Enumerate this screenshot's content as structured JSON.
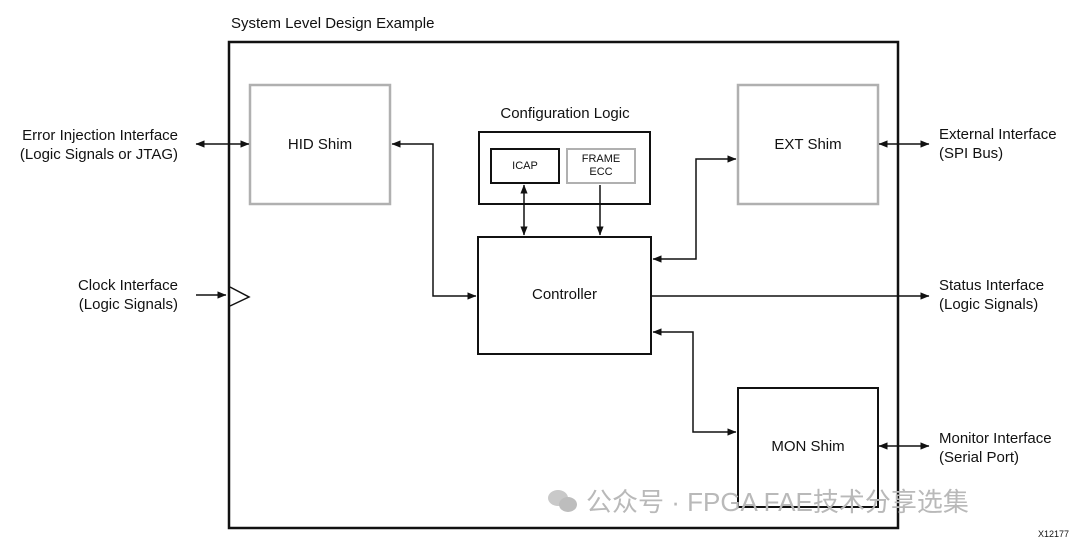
{
  "diagram": {
    "title": "System Level Design Example",
    "blocks": {
      "hid_shim": "HID Shim",
      "ext_shim": "EXT Shim",
      "controller": "Controller",
      "mon_shim": "MON Shim",
      "config_logic": "Configuration Logic",
      "icap": "ICAP",
      "frame_ecc_line1": "FRAME",
      "frame_ecc_line2": "ECC"
    },
    "interfaces": {
      "error_injection_line1": "Error Injection Interface",
      "error_injection_line2": "(Logic Signals or JTAG)",
      "clock_line1": "Clock Interface",
      "clock_line2": "(Logic Signals)",
      "external_line1": "External Interface",
      "external_line2": "(SPI Bus)",
      "status_line1": "Status Interface",
      "status_line2": "(Logic Signals)",
      "monitor_line1": "Monitor Interface",
      "monitor_line2": "(Serial Port)"
    },
    "figure_id": "X12177",
    "colors": {
      "shim_border": "#b0b0b0",
      "line": "#111111",
      "watermark": "#b9b9b9"
    }
  },
  "watermark": {
    "text": "公众号 · FPGA FAE技术分享选集",
    "icon": "wechat-icon"
  }
}
